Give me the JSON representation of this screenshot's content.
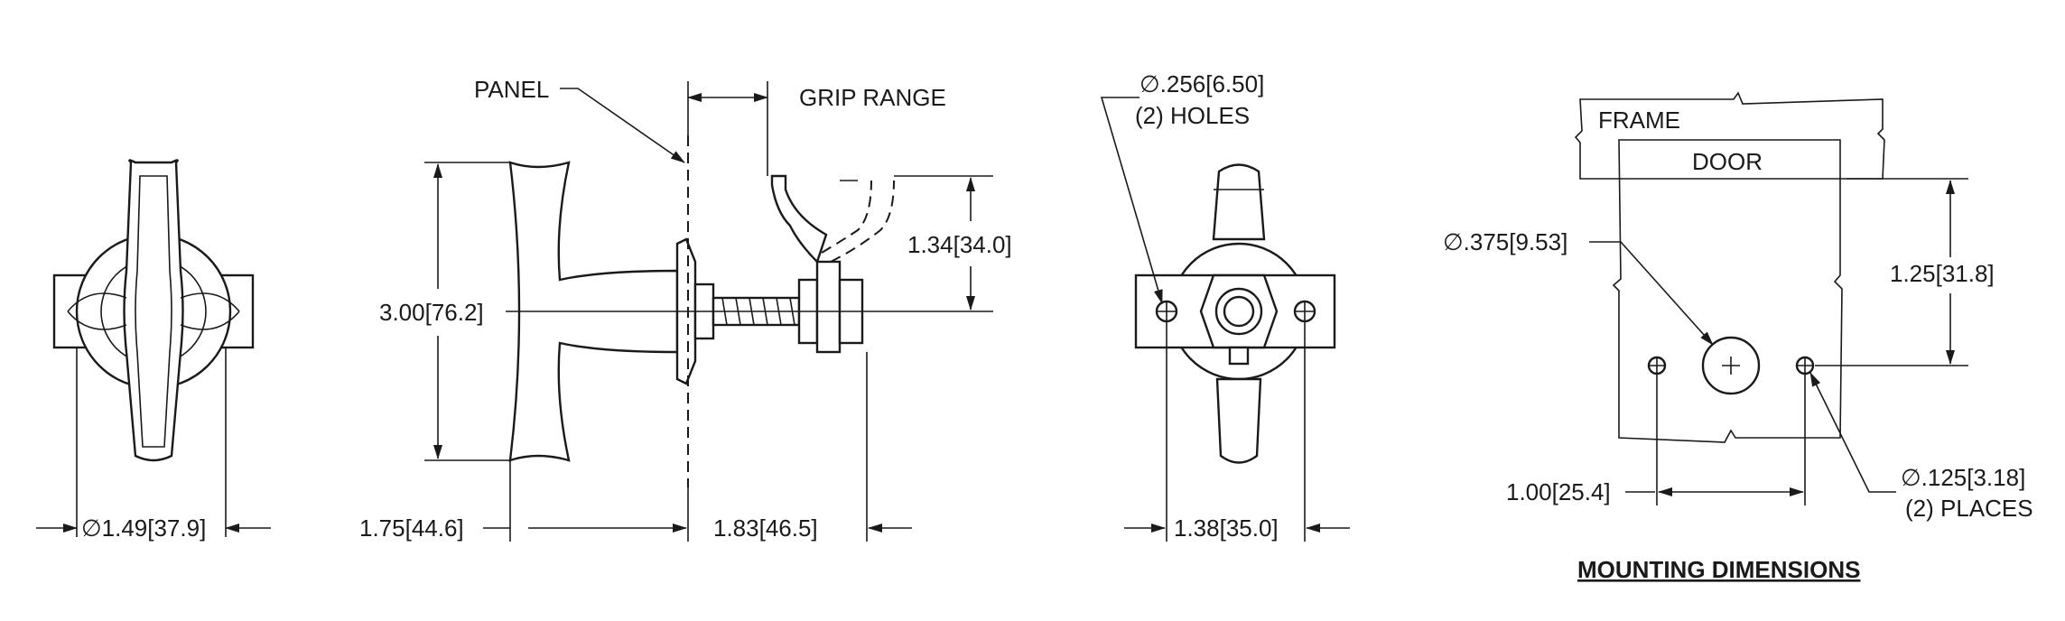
{
  "view1": {
    "diameter_label": "∅1.49[37.9]"
  },
  "view2": {
    "panel_label": "PANEL",
    "grip_range_label": "GRIP RANGE",
    "height_label": "3.00[76.2]",
    "depth_label": "1.34[34.0]",
    "left_width_label": "1.75[44.6]",
    "right_width_label": "1.83[46.5]"
  },
  "view3": {
    "hole_diameter_label": "∅.256[6.50]",
    "hole_count_label": "(2) HOLES",
    "width_label": "1.38[35.0]"
  },
  "mounting": {
    "frame_label": "FRAME",
    "door_label": "DOOR",
    "center_hole_label": "∅.375[9.53]",
    "vertical_label": "1.25[31.8]",
    "spacing_label": "1.00[25.4]",
    "small_hole_label": "∅.125[3.18]",
    "small_hole_count_label": "(2) PLACES",
    "title": "MOUNTING DIMENSIONS",
    "door_color": "#e8e7c6",
    "frame_color": "#c8c8c8"
  }
}
